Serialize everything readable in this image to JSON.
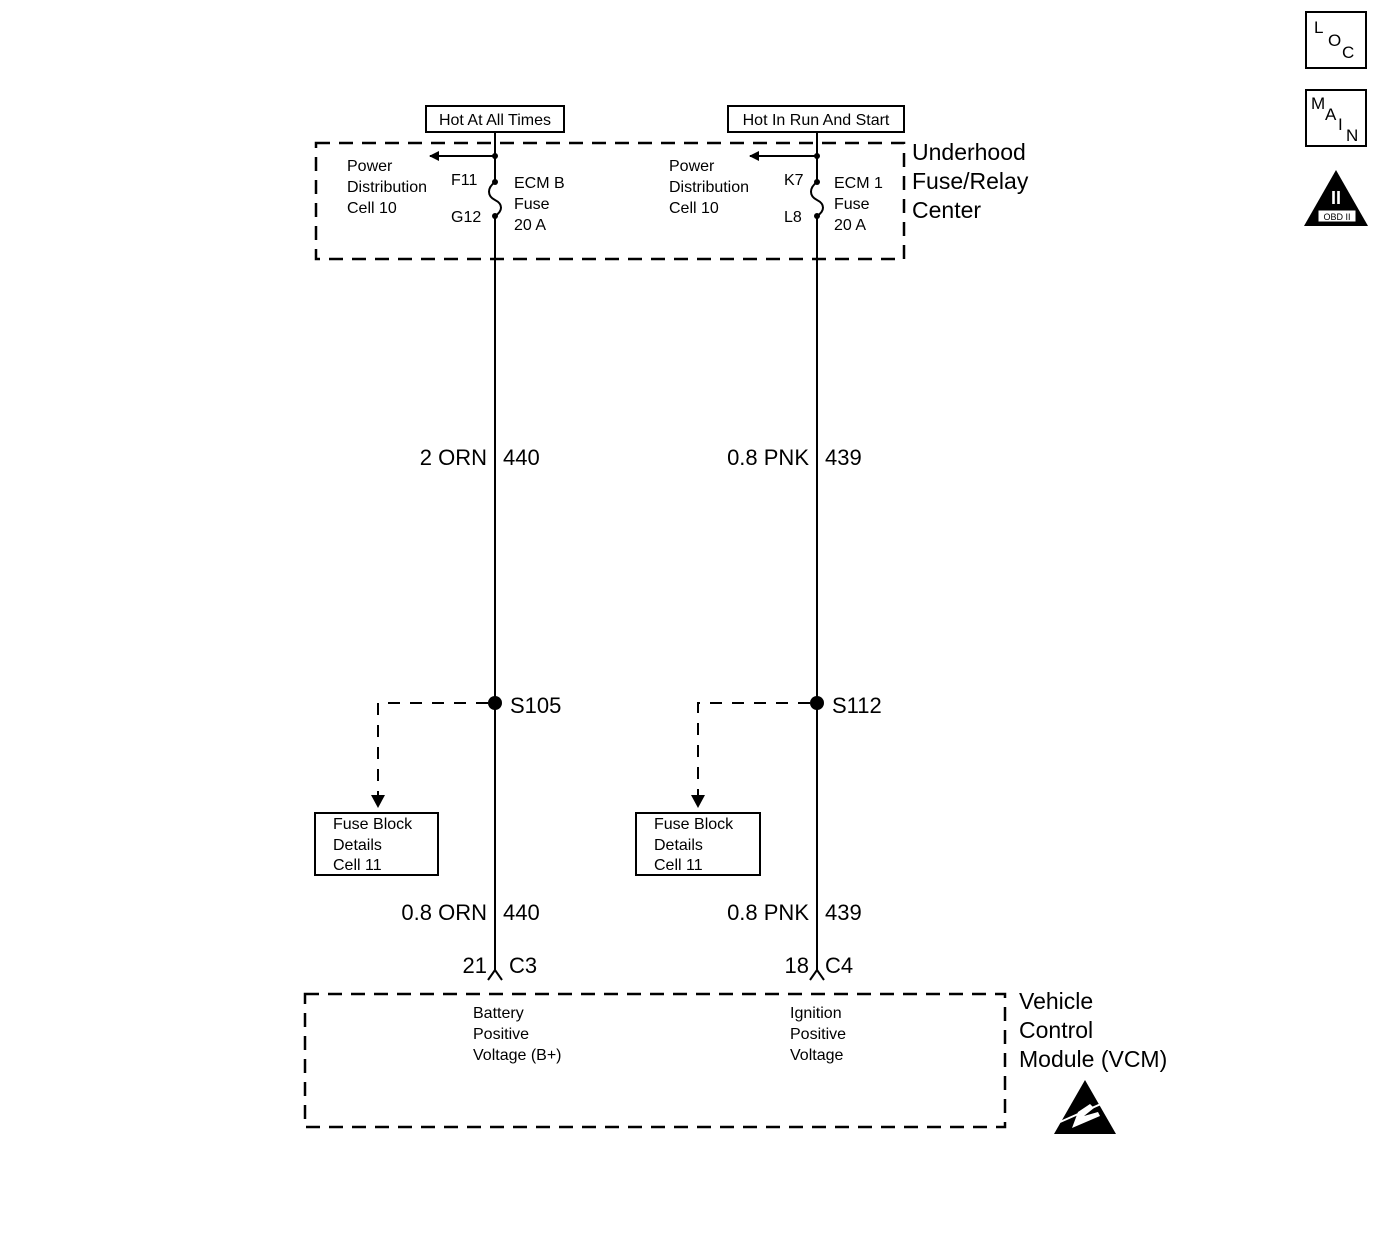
{
  "icons": {
    "loc": {
      "l1": "L",
      "l2": "O",
      "l3": "C"
    },
    "main": {
      "l1": "M",
      "l2": "A",
      "l3": "I",
      "l4": "N"
    },
    "obd": {
      "numeral": "II",
      "label": "OBD II"
    }
  },
  "sources": {
    "left": "Hot At All Times",
    "right": "Hot In Run And Start"
  },
  "fuse_center": {
    "label": [
      "Underhood",
      "Fuse/Relay",
      "Center"
    ],
    "left_ref": [
      "Power",
      "Distribution",
      "Cell 10"
    ],
    "right_ref": [
      "Power",
      "Distribution",
      "Cell 10"
    ],
    "left_fuse": {
      "pin_top": "F11",
      "pin_bottom": "G12",
      "lines": [
        "ECM B",
        "Fuse",
        "20 A"
      ]
    },
    "right_fuse": {
      "pin_top": "K7",
      "pin_bottom": "L8",
      "lines": [
        "ECM 1",
        "Fuse",
        "20 A"
      ]
    }
  },
  "wires": {
    "left_upper": {
      "gauge_color": "2 ORN",
      "circuit": "440"
    },
    "right_upper": {
      "gauge_color": "0.8 PNK",
      "circuit": "439"
    },
    "left_lower": {
      "gauge_color": "0.8 ORN",
      "circuit": "440"
    },
    "right_lower": {
      "gauge_color": "0.8 PNK",
      "circuit": "439"
    }
  },
  "splices": {
    "left": "S105",
    "right": "S112"
  },
  "fuse_block_refs": {
    "left": [
      "Fuse Block",
      "Details",
      "Cell 11"
    ],
    "right": [
      "Fuse Block",
      "Details",
      "Cell 11"
    ]
  },
  "connectors": {
    "left": {
      "pin": "21",
      "name": "C3"
    },
    "right": {
      "pin": "18",
      "name": "C4"
    }
  },
  "module": {
    "label": [
      "Vehicle",
      "Control",
      "Module (VCM)"
    ],
    "left_input": [
      "Battery",
      "Positive",
      "Voltage (B+)"
    ],
    "right_input": [
      "Ignition",
      "Positive",
      "Voltage"
    ]
  }
}
